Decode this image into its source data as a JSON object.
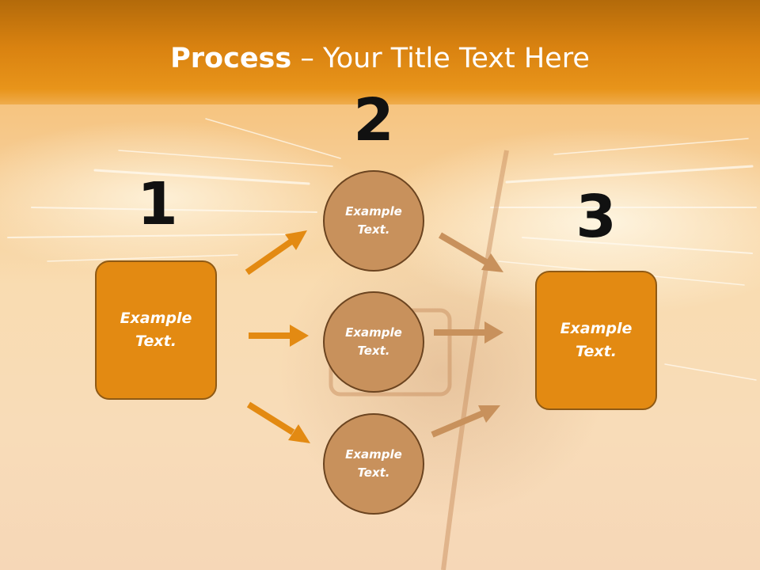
{
  "slide": {
    "title_bold": "Process",
    "title_rest": " – Your Title Text Here",
    "steps": [
      {
        "number": "1",
        "text": "Example Text."
      },
      {
        "number": "2",
        "items": [
          "Example Text.",
          "Example Text.",
          "Example Text."
        ]
      },
      {
        "number": "3",
        "text": "Example Text."
      }
    ]
  },
  "colors": {
    "header": "#d98210",
    "box_fill": "#e38a12",
    "circle_fill": "#c8915c",
    "arrow_left": "#e38a12",
    "arrow_right": "#c8915c",
    "number_text": "#111111"
  },
  "icons": [
    "arrow-up-right-icon",
    "arrow-right-icon",
    "arrow-down-right-icon"
  ]
}
